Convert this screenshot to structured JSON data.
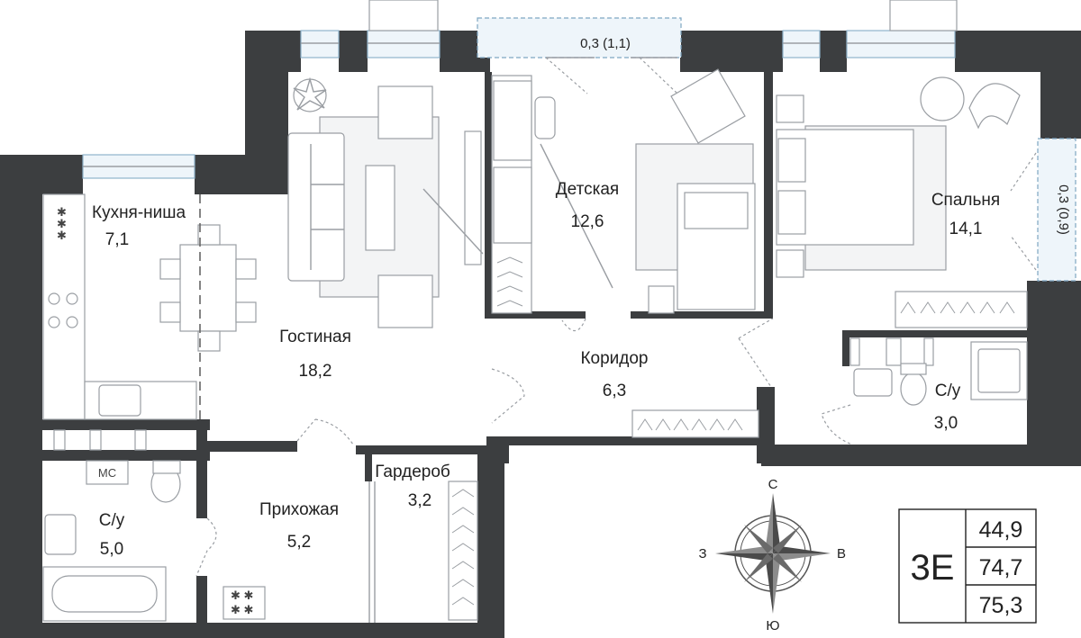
{
  "rooms": {
    "kitchen": {
      "name": "Кухня-ниша",
      "area": "7,1"
    },
    "living": {
      "name": "Гостиная",
      "area": "18,2"
    },
    "kids": {
      "name": "Детская",
      "area": "12,6"
    },
    "bedroom": {
      "name": "Спальня",
      "area": "14,1"
    },
    "corridor": {
      "name": "Коридор",
      "area": "6,3"
    },
    "bath_small": {
      "name": "С/у",
      "area": "3,0"
    },
    "bath_large": {
      "name": "С/у",
      "area": "5,0"
    },
    "hall": {
      "name": "Прихожая",
      "area": "5,2"
    },
    "wardrobe": {
      "name": "Гардероб",
      "area": "3,2"
    }
  },
  "balconies": {
    "top": "0,3 (1,1)",
    "right": "0,3 (0,9)"
  },
  "appliances": {
    "washer": "МС"
  },
  "compass": {
    "north": "С",
    "south": "Ю",
    "west": "З",
    "east": "В"
  },
  "summary": {
    "type": "3Е",
    "living_area": "44,9",
    "total_area": "74,7",
    "total_with_balcony": "75,3"
  }
}
